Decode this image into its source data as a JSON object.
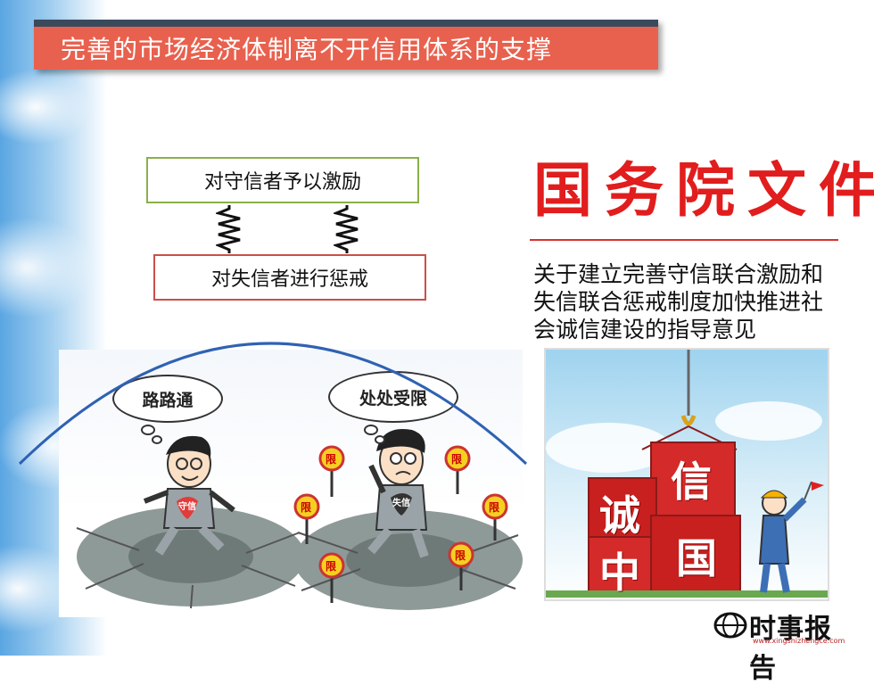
{
  "slide": {
    "title": "完善的市场经济体制离不开信用体系的支撑"
  },
  "diagram": {
    "reward_box": "对守信者予以激励",
    "punish_box": "对失信者进行惩戒"
  },
  "cartoon": {
    "bubble_left": "路路通",
    "bubble_right": "处处受限",
    "shirt_left": "守信",
    "shirt_right": "失信",
    "sign_label": "限"
  },
  "document": {
    "heading": "国务院文件",
    "body": "关于建立完善守信联合激励和失信联合惩戒制度加快推进社会诚信建设的指导意见"
  },
  "poster": {
    "block_1": "诚",
    "block_2": "信",
    "block_3": "中",
    "block_4": "国"
  },
  "logo": {
    "name": "时事报告",
    "url": "www.xingshizhengce.com"
  },
  "colors": {
    "title_bg": "#e8614e",
    "title_top": "#3a4a5c",
    "accent_red": "#e11d1d",
    "green_border": "#8ab04a",
    "arc_blue": "#2f62b3"
  }
}
